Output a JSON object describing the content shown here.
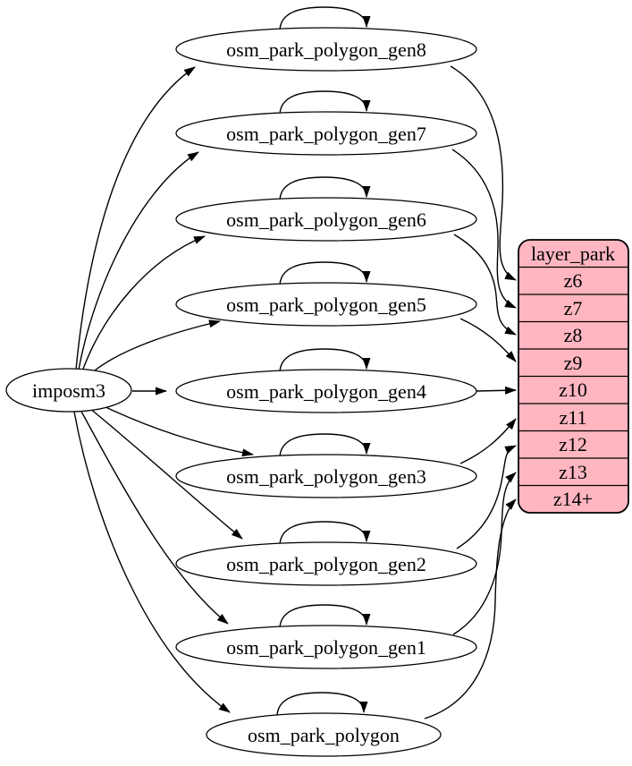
{
  "diagram": {
    "root": {
      "label": "imposm3"
    },
    "sources": [
      {
        "label": "osm_park_polygon_gen8"
      },
      {
        "label": "osm_park_polygon_gen7"
      },
      {
        "label": "osm_park_polygon_gen6"
      },
      {
        "label": "osm_park_polygon_gen5"
      },
      {
        "label": "osm_park_polygon_gen4"
      },
      {
        "label": "osm_park_polygon_gen3"
      },
      {
        "label": "osm_park_polygon_gen2"
      },
      {
        "label": "osm_park_polygon_gen1"
      },
      {
        "label": "osm_park_polygon"
      }
    ],
    "layer_table": {
      "header": "layer_park",
      "rows": [
        "z6",
        "z7",
        "z8",
        "z9",
        "z10",
        "z11",
        "z12",
        "z13",
        "z14+"
      ]
    },
    "edges": [
      {
        "from": "imposm3",
        "to": "osm_park_polygon_gen8"
      },
      {
        "from": "imposm3",
        "to": "osm_park_polygon_gen7"
      },
      {
        "from": "imposm3",
        "to": "osm_park_polygon_gen6"
      },
      {
        "from": "imposm3",
        "to": "osm_park_polygon_gen5"
      },
      {
        "from": "imposm3",
        "to": "osm_park_polygon_gen4"
      },
      {
        "from": "imposm3",
        "to": "osm_park_polygon_gen3"
      },
      {
        "from": "imposm3",
        "to": "osm_park_polygon_gen2"
      },
      {
        "from": "imposm3",
        "to": "osm_park_polygon_gen1"
      },
      {
        "from": "imposm3",
        "to": "osm_park_polygon"
      },
      {
        "from": "osm_park_polygon_gen8",
        "to": "osm_park_polygon_gen8",
        "type": "self-loop"
      },
      {
        "from": "osm_park_polygon_gen7",
        "to": "osm_park_polygon_gen7",
        "type": "self-loop"
      },
      {
        "from": "osm_park_polygon_gen6",
        "to": "osm_park_polygon_gen6",
        "type": "self-loop"
      },
      {
        "from": "osm_park_polygon_gen5",
        "to": "osm_park_polygon_gen5",
        "type": "self-loop"
      },
      {
        "from": "osm_park_polygon_gen4",
        "to": "osm_park_polygon_gen4",
        "type": "self-loop"
      },
      {
        "from": "osm_park_polygon_gen3",
        "to": "osm_park_polygon_gen3",
        "type": "self-loop"
      },
      {
        "from": "osm_park_polygon_gen2",
        "to": "osm_park_polygon_gen2",
        "type": "self-loop"
      },
      {
        "from": "osm_park_polygon_gen1",
        "to": "osm_park_polygon_gen1",
        "type": "self-loop"
      },
      {
        "from": "osm_park_polygon",
        "to": "osm_park_polygon",
        "type": "self-loop"
      },
      {
        "from": "osm_park_polygon_gen8",
        "to": "layer_park.z6"
      },
      {
        "from": "osm_park_polygon_gen7",
        "to": "layer_park.z7"
      },
      {
        "from": "osm_park_polygon_gen6",
        "to": "layer_park.z8"
      },
      {
        "from": "osm_park_polygon_gen5",
        "to": "layer_park.z9"
      },
      {
        "from": "osm_park_polygon_gen4",
        "to": "layer_park.z10"
      },
      {
        "from": "osm_park_polygon_gen3",
        "to": "layer_park.z11"
      },
      {
        "from": "osm_park_polygon_gen2",
        "to": "layer_park.z12"
      },
      {
        "from": "osm_park_polygon_gen1",
        "to": "layer_park.z13"
      },
      {
        "from": "osm_park_polygon",
        "to": "layer_park.z14+"
      }
    ],
    "colors": {
      "table_fill": "#ffb6c1",
      "node_fill": "#ffffff",
      "line": "#000000"
    }
  }
}
